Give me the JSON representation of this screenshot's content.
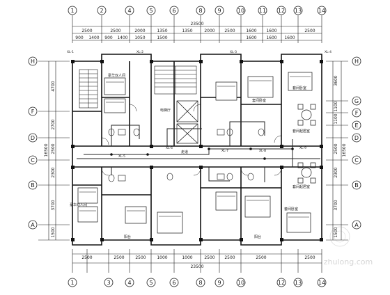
{
  "grid_columns": [
    "1",
    "2",
    "4",
    "5",
    "6",
    "8",
    "9",
    "10",
    "11",
    "12",
    "13",
    "14"
  ],
  "grid_columns_bottom": [
    "1",
    "3",
    "4",
    "5",
    "6",
    "8",
    "9",
    "10",
    "12",
    "13",
    "14"
  ],
  "grid_rows": [
    "H",
    "G",
    "F",
    "E",
    "D",
    "C",
    "B",
    "A"
  ],
  "overall_dimension": "23500",
  "dims_top_row": [
    "2500",
    "2500",
    "2000",
    "1350",
    "1350",
    "2000",
    "2500",
    "1600",
    "1600",
    "2500"
  ],
  "dims_top_sub": [
    "900",
    "1400",
    "900",
    "1400",
    "1050",
    "1500",
    "1600",
    "1600",
    "1600"
  ],
  "dims_bottom": [
    "2500",
    "2500",
    "2500",
    "1000",
    "1000",
    "2500",
    "2500",
    "2500",
    "2500"
  ],
  "dims_left": [
    "4700",
    "2700",
    "2500",
    "2300",
    "3700",
    "1500"
  ],
  "dims_left_total": "16500",
  "dims_right": [
    "3600",
    "1100",
    "1100",
    "2500",
    "2300",
    "3700",
    "1500"
  ],
  "dims_right_total": "16500",
  "room_labels": {
    "room1": "豪华双人间",
    "room2": "豪华双人间",
    "room3": "套间卧室",
    "room4": "套间卧室",
    "room5": "套间卧室",
    "room6": "套间起居室",
    "room7": "套间起居室",
    "hall": "电梯厅",
    "balcony1": "阳台",
    "balcony2": "阳台",
    "corridor": "走道"
  },
  "section_marks": [
    "XL-1",
    "XL-2",
    "XL-3",
    "XL-4",
    "XL-5",
    "XL-6",
    "XL-7",
    "XL-8",
    "XL-9"
  ],
  "watermark": "zhulong.com",
  "colors": {
    "line": "#1a1a1a",
    "wall": "#111111",
    "pipe": "#222222"
  }
}
